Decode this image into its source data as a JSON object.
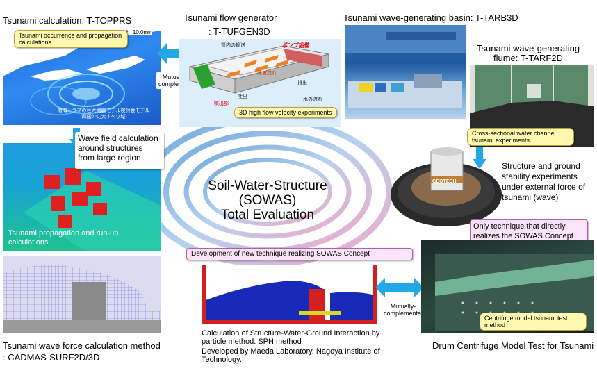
{
  "titles": {
    "topprs": "Tsunami calculation: T-TOPPRS",
    "tufgen_line1": "Tsunami flow generator",
    "tufgen_line2": ": T-TUFGEN3D",
    "tarb": "Tsunami wave-generating basin: T-TARB3D",
    "tarf_line1": "Tsunami wave-generating",
    "tarf_line2": "flume: T-TARF2D",
    "cadmas_line1": "Tsunami wave force calculation method",
    "cadmas_line2": ": CADMAS-SURF2D/3D",
    "drum": "Drum Centrifuge Model Test for Tsunami"
  },
  "labels": {
    "occurrence": "Tsunami occurrence and propagation calculations",
    "mutually_top": "Mutually-complementary",
    "high_flow": "3D high flow velocity experiments",
    "cross_section": "Cross-sectional water channel tsunami experiments",
    "wave_field": "Wave field calculation around structures from large region",
    "run_up": "Tsunami propagation and run-up calculations",
    "structure_ground": "Structure and ground stability experiments under external force of tsunami (wave)",
    "only_technique": "Only technique that directly realizes the SOWAS Concept",
    "development": "Development of new technique realizing SOWAS Concept",
    "mutually_bottom": "Mutually-complementary",
    "centrifuge_model": "Centrifuge model tsunami test method",
    "sph": "Calculation of Structure-Water-Ground Interaction by particle method: SPH method",
    "maeda": "Developed by Maeda Laboratory, Nagoya Institute of Technology."
  },
  "center": {
    "line1": "Soil-Water-Structure",
    "line2": "(SOWAS)",
    "line3": "Total Evaluation"
  },
  "image_text": {
    "map_time": "h_10.0min",
    "map_caption": "南海トラフの巨大地震モデル検討会モデル",
    "map_caption2": "(四国沖に大すべり域)",
    "pump": "ポンプ設備",
    "pipe": "管内の輸送",
    "wave_flow": "津波流れ",
    "drain": "排出",
    "water_flow": "水の流れ",
    "discharge": "吐出",
    "exit": "噴出部",
    "geotech": "GEOTECH"
  },
  "colors": {
    "arrow_cyan": "#22a8e6",
    "ring_blue": "#6ea6d8",
    "ring_pink": "#f0a8c8",
    "tag_yellow": "#fff9b0",
    "tag_pink": "#fbe4f7",
    "sph_red": "#d42020",
    "sph_blue": "#1a2ab8"
  },
  "icons": [
    "double-arrow-icon",
    "down-arrow-icon"
  ]
}
